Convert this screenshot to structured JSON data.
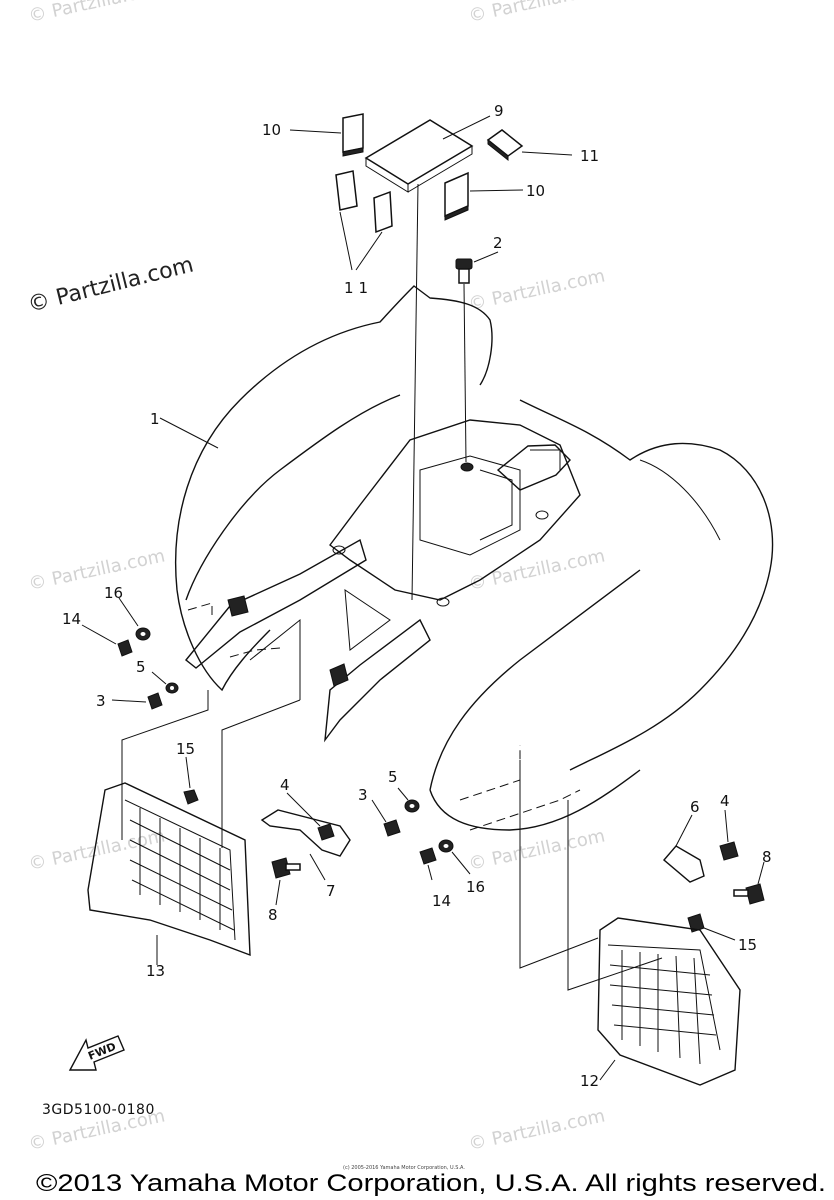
{
  "watermarks": [
    "© Partzilla.com"
  ],
  "diagram_code": "3GD5100-0180",
  "fwd_label": "FWD",
  "copyright": "©2013 Yamaha Motor Corporation, U.S.A. All rights reserved.",
  "fine_print": "(c) 2005-2016 Yamaha Motor Corporation, U.S.A.",
  "callouts": {
    "c1": "1",
    "c2": "2",
    "c3a": "3",
    "c3b": "3",
    "c4a": "4",
    "c4b": "4",
    "c5a": "5",
    "c5b": "5",
    "c6": "6",
    "c7": "7",
    "c8a": "8",
    "c8b": "8",
    "c9": "9",
    "c10a": "10",
    "c10b": "10",
    "c11a": "11",
    "c11b": "11",
    "c12": "12",
    "c13": "13",
    "c14a": "14",
    "c14b": "14",
    "c15a": "15",
    "c15b": "15",
    "c16a": "16",
    "c16b": "16"
  }
}
